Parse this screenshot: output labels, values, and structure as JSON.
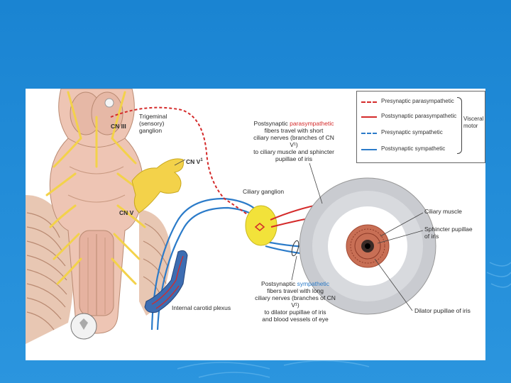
{
  "colors": {
    "slide_bg": "#1e88d4",
    "parasympathetic": "#d42a2a",
    "sympathetic": "#2b7bc9",
    "ganglion": "#f2e23a",
    "nerve": "#f3d24a"
  },
  "legend": {
    "items": [
      {
        "label": "Presynaptic parasympathetic",
        "style": "dashed",
        "color": "#d42a2a"
      },
      {
        "label": "Postsynaptic parasympathetic",
        "style": "solid",
        "color": "#d42a2a"
      },
      {
        "label": "Presynaptic sympathetic",
        "style": "dashed",
        "color": "#2b7bc9"
      },
      {
        "label": "Postsynaptic sympathetic",
        "style": "solid",
        "color": "#2b7bc9"
      }
    ],
    "group_label": "Visceral\nmotor"
  },
  "labels": {
    "cn_iii": "CN III",
    "trigeminal": "Trigeminal\n(sensory)\nganglion",
    "cn_v1": "CN V",
    "cn_v1_sup": "1",
    "cn_v": "CN V",
    "ciliary_ganglion": "Ciliary ganglion",
    "post_para_prefix": "Postsynaptic ",
    "post_para_word": "parasympathetic",
    "post_para_rest": "fibers travel with short\nciliary nerves (branches of CN V¹)\nto ciliary muscle and sphincter\npupillae of iris",
    "ciliary_muscle": "Ciliary muscle",
    "sphincter": "Sphincter pupillae\nof iris",
    "post_symp_prefix": "Postsynaptic ",
    "post_symp_word": "sympathetic",
    "post_symp_rest": "fibers travel with long\nciliary nerves (branches of CN V¹)\nto dilator pupillae of iris\nand blood vessels of eye",
    "internal_carotid": "Internal carotid plexus",
    "dilator": "Dilator pupillae of iris"
  }
}
